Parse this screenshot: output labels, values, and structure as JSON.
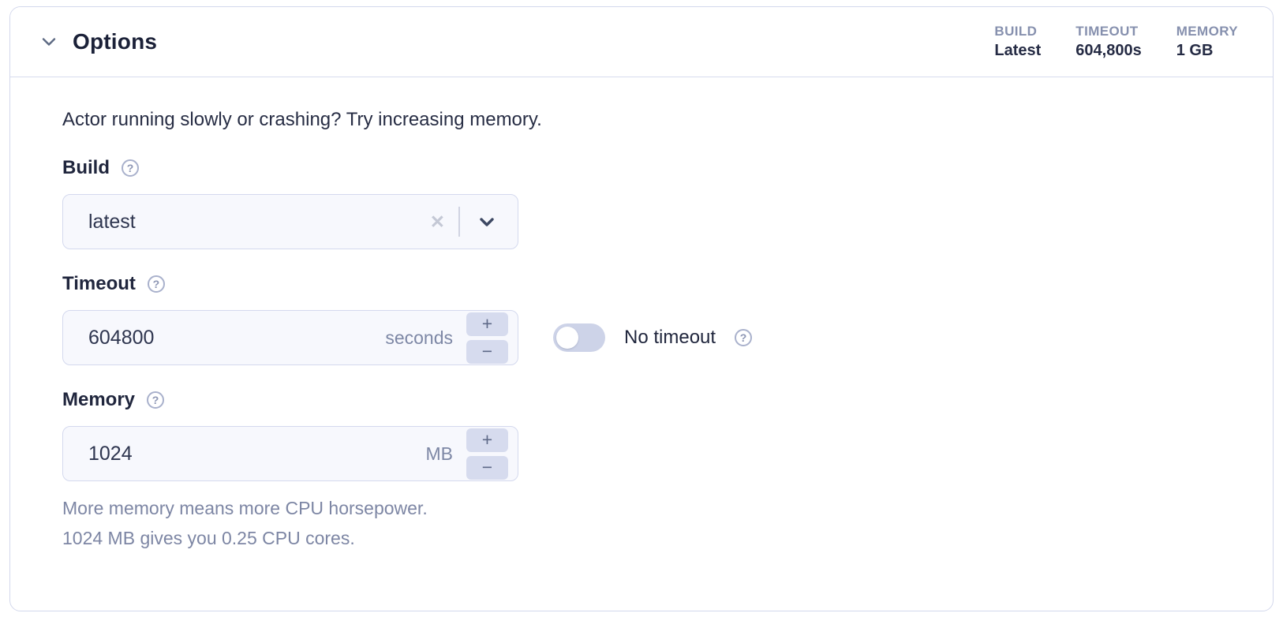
{
  "panel": {
    "title": "Options",
    "summary": [
      {
        "label": "BUILD",
        "value": "Latest"
      },
      {
        "label": "TIMEOUT",
        "value": "604,800s"
      },
      {
        "label": "MEMORY",
        "value": "1 GB"
      }
    ],
    "intro": "Actor running slowly or crashing? Try increasing memory.",
    "fields": {
      "build": {
        "label": "Build",
        "value": "latest"
      },
      "timeout": {
        "label": "Timeout",
        "value": "604800",
        "unit": "seconds",
        "toggle_label": "No timeout",
        "toggle_state": "off"
      },
      "memory": {
        "label": "Memory",
        "value": "1024",
        "unit": "MB"
      }
    },
    "memory_help": {
      "line1": "More memory means more CPU horsepower.",
      "line2": "1024 MB gives you 0.25 CPU cores."
    },
    "glyphs": {
      "plus": "+",
      "minus": "−",
      "help": "?",
      "clear": "✕"
    },
    "colors": {
      "panel_border": "#d3d8ec",
      "input_bg": "#f7f8fd",
      "input_border": "#d4d9ee",
      "stepper_bg": "#d6dbee",
      "toggle_track": "#cdd3e8",
      "summary_label": "#8690ae",
      "muted_text": "#7d86a4",
      "dark_text": "#1b2138"
    }
  }
}
